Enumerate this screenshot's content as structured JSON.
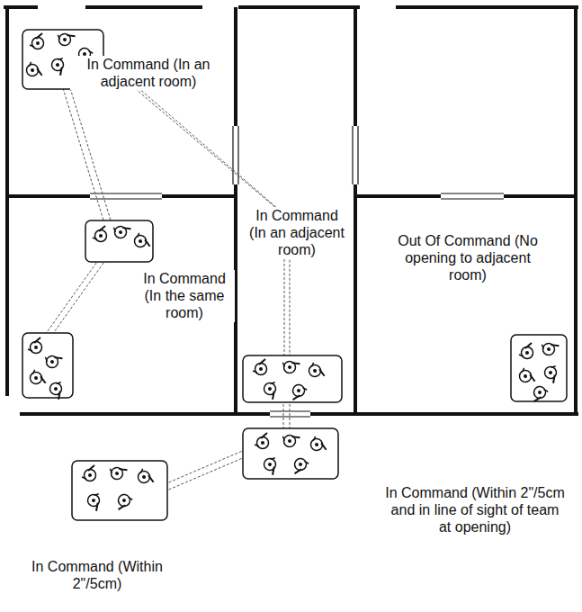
{
  "diagram": {
    "labels": [
      "In Command (In an adjacent room)",
      "In Command (In an adjacent room)",
      "Out Of Command (No opening to adjacent room)",
      "In Command (In the same room)",
      "In Command (Within 2\"/5cm and in line of sight of team at opening)",
      "In Command (Within 2\"/5cm)"
    ]
  }
}
